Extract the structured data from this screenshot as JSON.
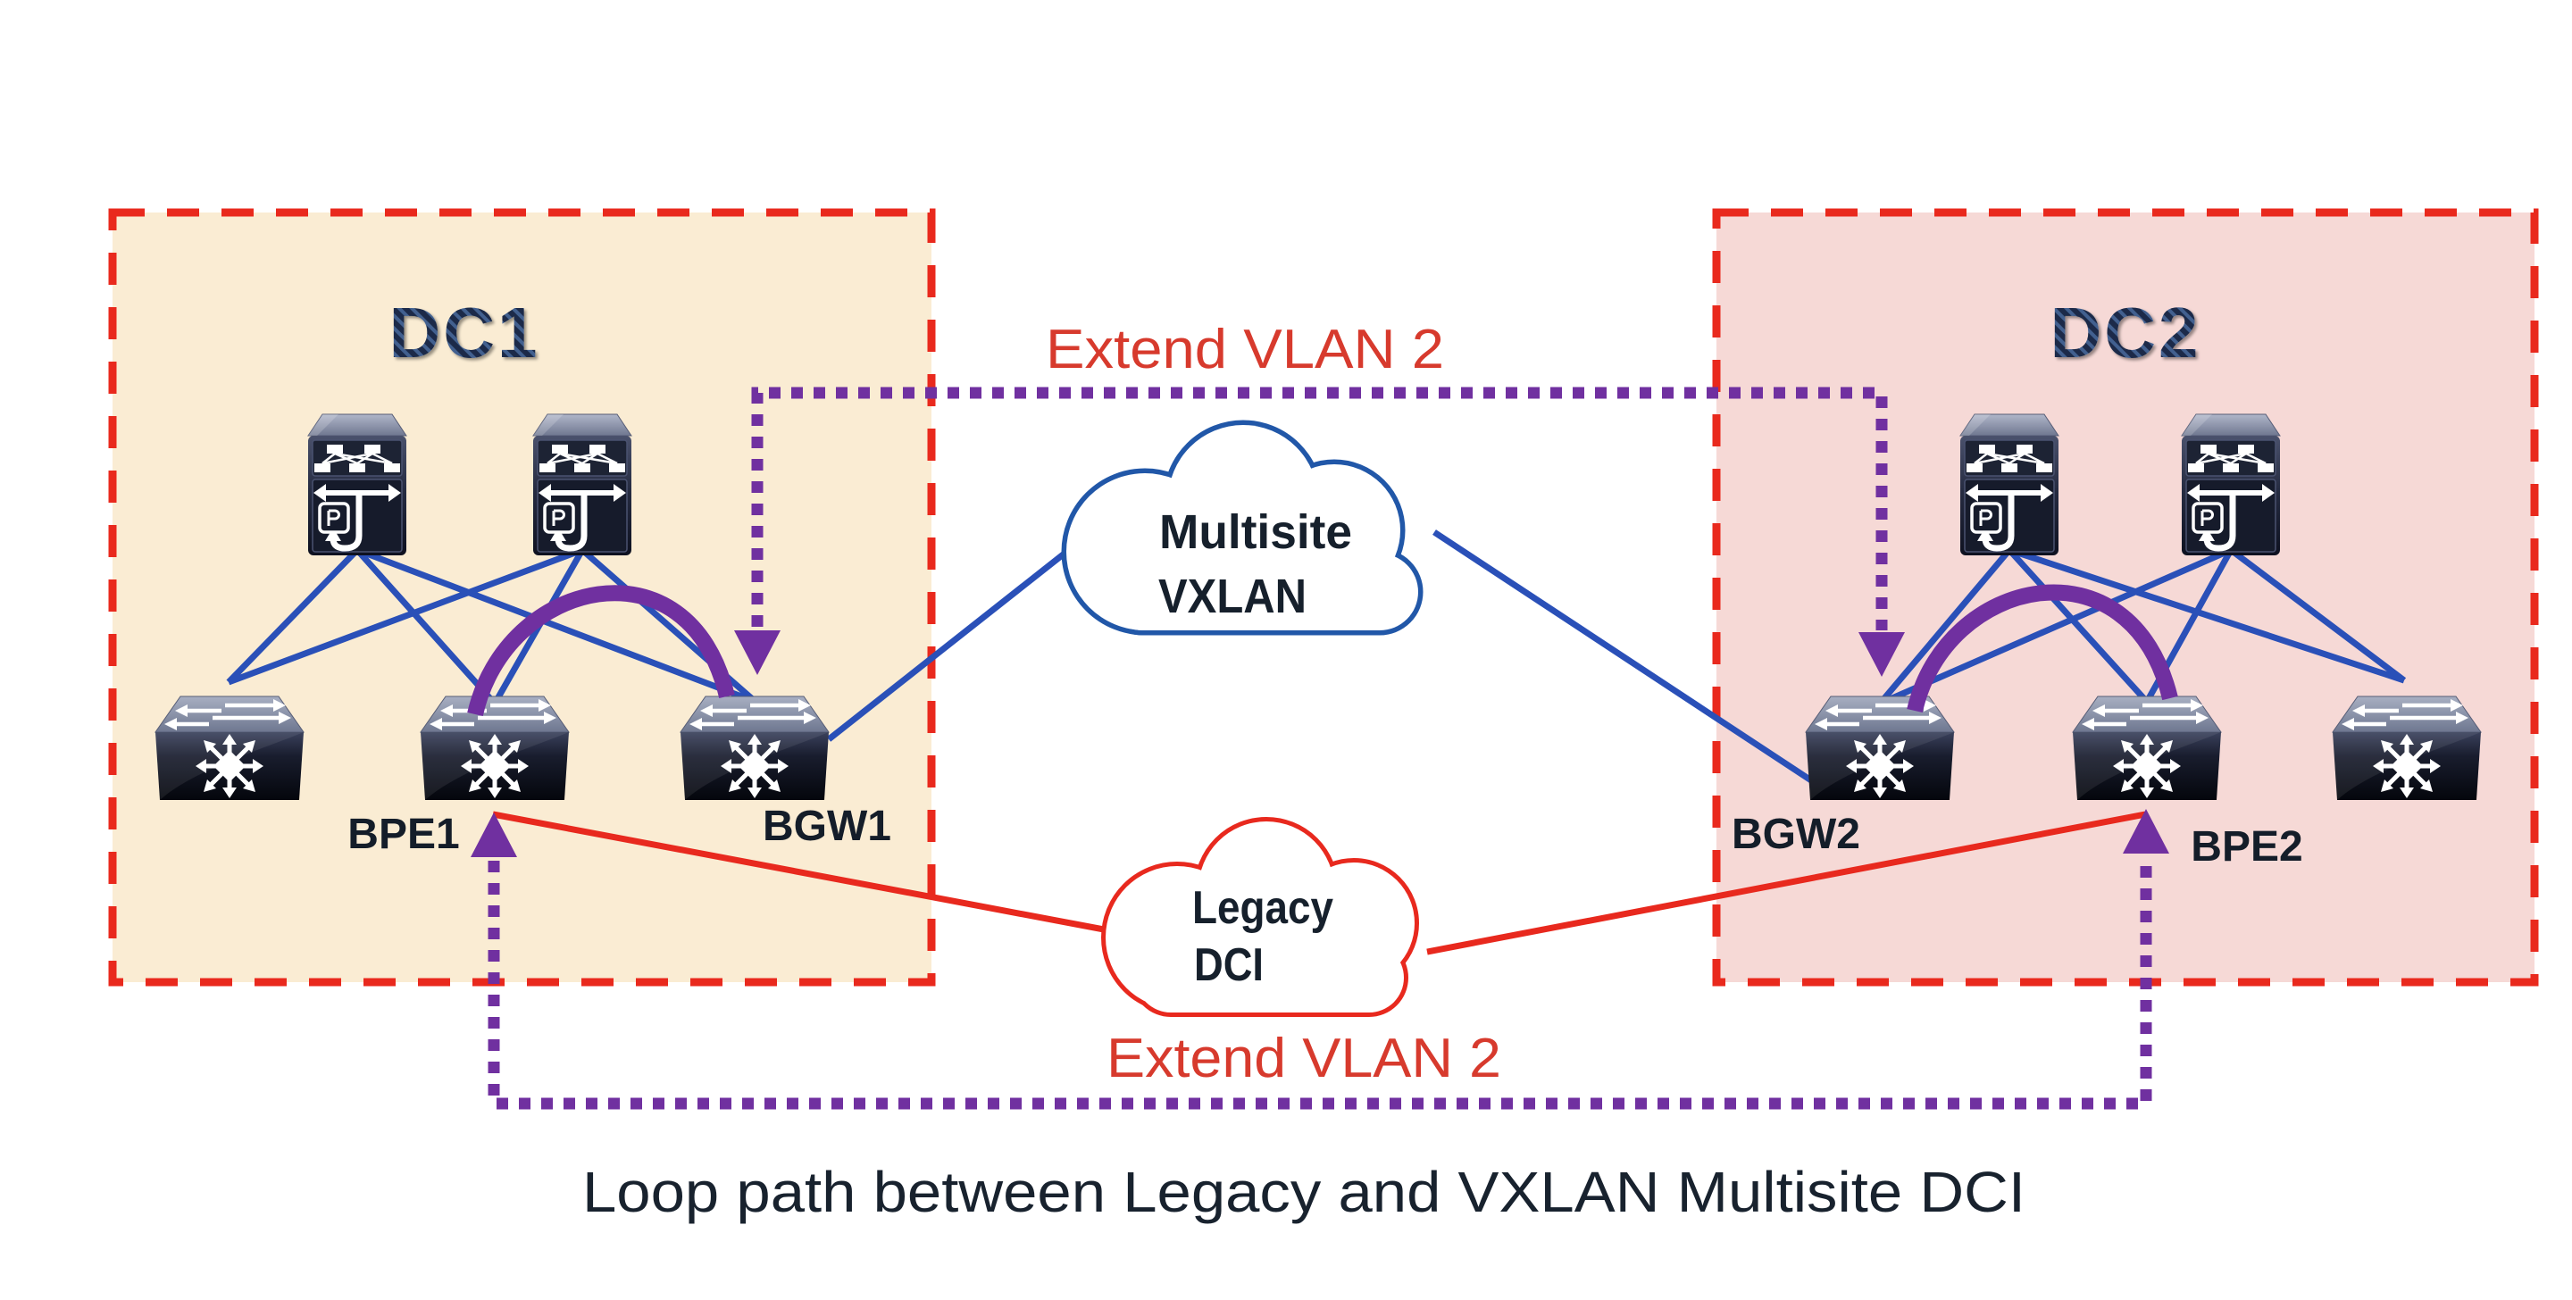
{
  "diagram": {
    "caption": "Loop path between Legacy and VXLAN Multisite DCI",
    "sites": [
      {
        "id": "dc1",
        "label": "DC1"
      },
      {
        "id": "dc2",
        "label": "DC2"
      }
    ],
    "devices": {
      "bpe1": "BPE1",
      "bgw1": "BGW1",
      "bgw2": "BGW2",
      "bpe2": "BPE2"
    },
    "clouds": {
      "vxlan": {
        "line1": "Multisite",
        "line2": "VXLAN"
      },
      "legacy": {
        "line1": "Legacy",
        "line2": "DCI"
      }
    },
    "annotations": {
      "extend_vlan_top": "Extend VLAN 2",
      "extend_vlan_bottom": "Extend VLAN 2"
    },
    "colors": {
      "site1_fill": "#FAECD3",
      "site2_fill": "#F6D9D6",
      "site_border_red": "#E9291D",
      "legacy_link_red": "#E8291E",
      "vlan_text_red": "#D73A2D",
      "fabric_link_blue": "#2A50B8",
      "vxlan_cloud_blue": "#2157A8",
      "loop_purple": "#7030A0",
      "label_dark": "#141D29"
    }
  }
}
